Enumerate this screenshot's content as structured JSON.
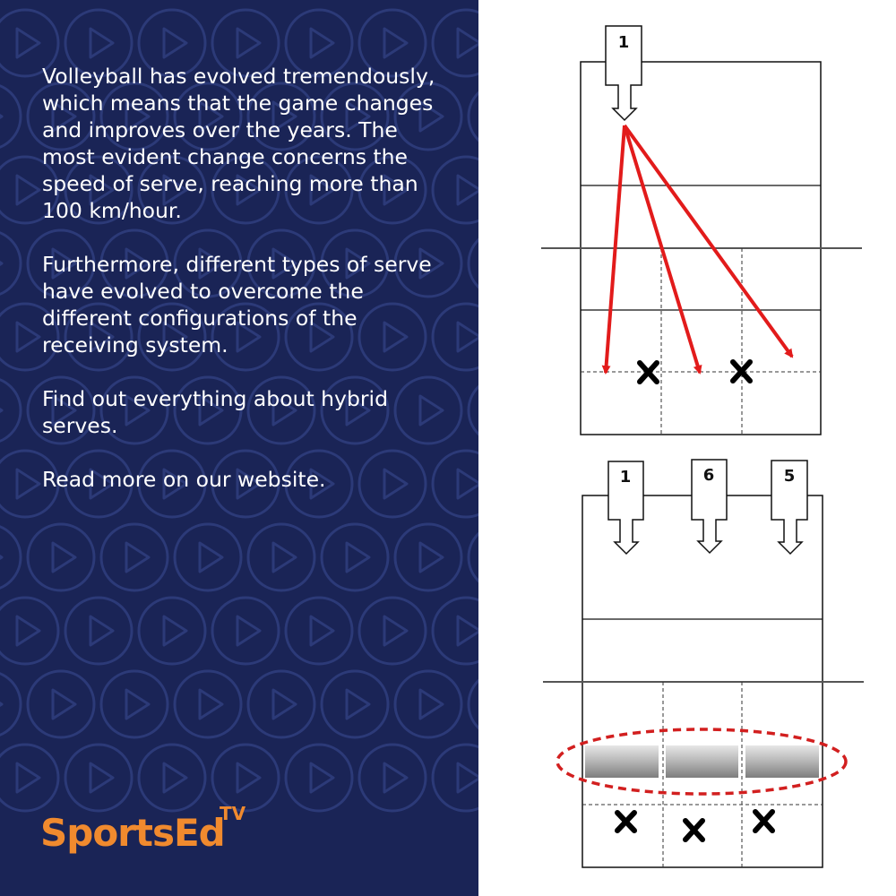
{
  "intro_paragraphs": [
    "Volleyball has evolved tremendously, which means that the game changes and improves over the years. The most evident change concerns the speed of serve, reaching more than 100 km/hour.",
    "Furthermore, different types of serve have evolved to overcome the different configurations of the receiving system.",
    "Find out everything about hybrid serves.",
    "Read more on our website."
  ],
  "logo": {
    "main": "SportsEd",
    "superscript": "TV"
  },
  "diagram_top": {
    "server_label": "1"
  },
  "diagram_bottom": {
    "server_labels": [
      "1",
      "6",
      "5"
    ]
  },
  "colors": {
    "panel_bg": "#1a2456",
    "pattern": "#2c3a78",
    "accent_orange": "#f08a2e",
    "arrow_red": "#e21b1b",
    "dashed_red": "#d21f1f"
  }
}
